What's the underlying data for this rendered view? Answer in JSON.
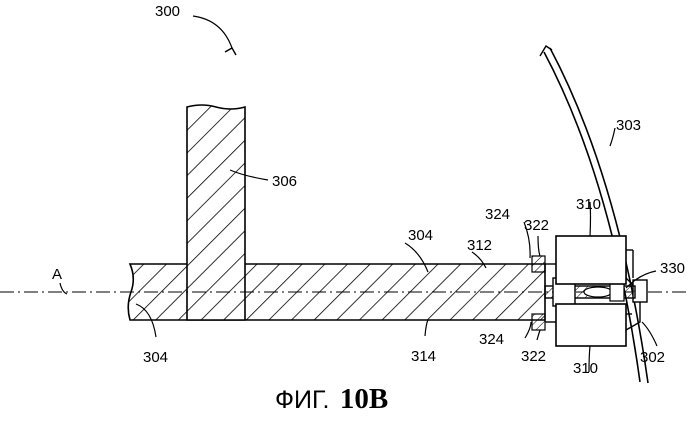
{
  "figure": {
    "caption_prefix": "ФИГ.",
    "caption_number": "10B"
  },
  "labels": {
    "assembly": "300",
    "axis": "A",
    "shaft_left": "304",
    "shaft_upper": "304",
    "post": "306",
    "surface_top": "312",
    "surface_bottom": "314",
    "ring_top": "324",
    "ring_bottom": "324",
    "nut_top": "322",
    "nut_bottom": "322",
    "block_top": "310",
    "block_bottom": "310",
    "arc": "303",
    "pin": "330",
    "plate": "302"
  }
}
